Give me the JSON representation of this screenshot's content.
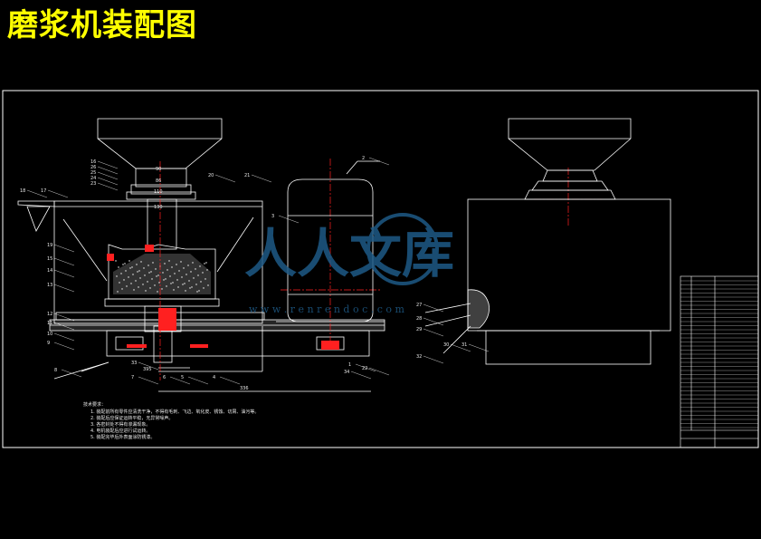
{
  "title": "磨浆机装配图",
  "watermark": {
    "brand": "人人文库",
    "url": "w w w . r e n r e n d o c . c o m"
  },
  "dimensions": {
    "d1": "90",
    "d2": "86",
    "d3": "110",
    "d4": "130",
    "d5": "395",
    "d6": "336"
  },
  "part_labels": [
    "16",
    "26",
    "25",
    "24",
    "23",
    "20",
    "21",
    "17",
    "18",
    "19",
    "15",
    "14",
    "13",
    "12",
    "11",
    "10",
    "9",
    "8",
    "7",
    "6",
    "5",
    "4",
    "3",
    "2",
    "1",
    "22",
    "27",
    "28",
    "29",
    "30",
    "31",
    "32",
    "33",
    "34"
  ],
  "notes": [
    "技术要求：",
    "1. 装配前所有零件应清洗干净，不得有毛刺、飞边、氧化皮、锈蚀、切屑、油污等。",
    "2. 装配后应保证运转平稳，无异常噪声。",
    "3. 各密封处不得有渗漏现象。",
    "4. 电机装配后应进行试运转。",
    "5. 装配完毕后外表面涂防锈漆。"
  ],
  "colors": {
    "line": "#ffffff",
    "title": "#ffff00",
    "center": "#ff2020",
    "hidden": "#00ffff",
    "watermark": "#1e5a86"
  }
}
